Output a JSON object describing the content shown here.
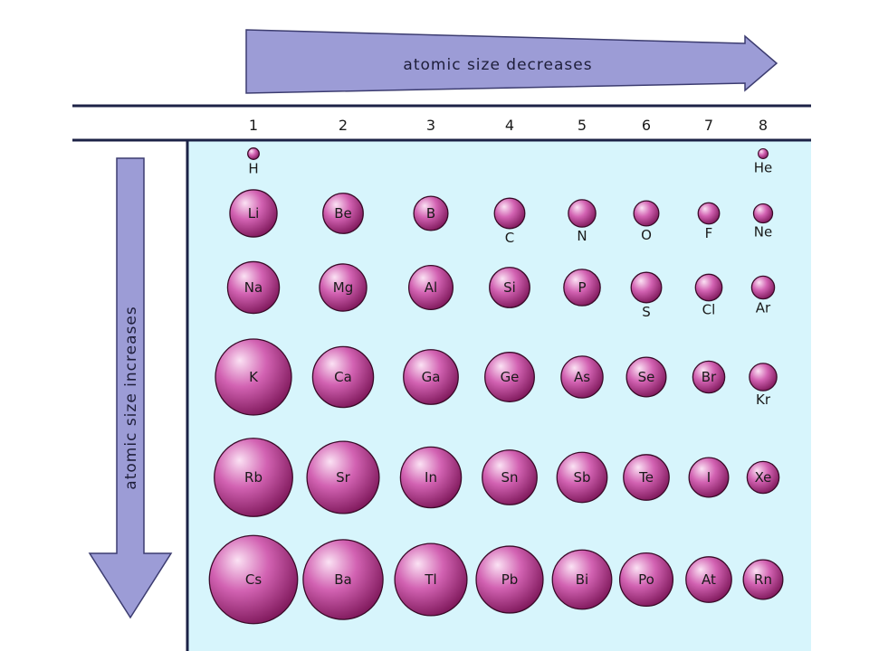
{
  "colors": {
    "arrow_fill": "#9c9cd6",
    "arrow_stroke": "#3c3c70",
    "panel_fill": "#d7f5fc",
    "rule": "#1c2246",
    "atom_light": "#fbe2f4",
    "atom_mid": "#d262b2",
    "atom_dark": "#7a1456"
  },
  "arrows": {
    "horizontal_label": "atomic size decreases",
    "vertical_label": "atomic size increases"
  },
  "groups": [
    "1",
    "2",
    "3",
    "4",
    "5",
    "6",
    "7",
    "8"
  ],
  "elements": [
    {
      "symbol": "H",
      "group": 1,
      "period": 1,
      "relative_size": 0.15
    },
    {
      "symbol": "He",
      "group": 8,
      "period": 1,
      "relative_size": 0.13
    },
    {
      "symbol": "Li",
      "group": 1,
      "period": 2,
      "relative_size": 0.62
    },
    {
      "symbol": "Be",
      "group": 2,
      "period": 2,
      "relative_size": 0.53
    },
    {
      "symbol": "B",
      "group": 3,
      "period": 2,
      "relative_size": 0.45
    },
    {
      "symbol": "C",
      "group": 4,
      "period": 2,
      "relative_size": 0.4
    },
    {
      "symbol": "N",
      "group": 5,
      "period": 2,
      "relative_size": 0.36
    },
    {
      "symbol": "O",
      "group": 6,
      "period": 2,
      "relative_size": 0.33
    },
    {
      "symbol": "F",
      "group": 7,
      "period": 2,
      "relative_size": 0.28
    },
    {
      "symbol": "Ne",
      "group": 8,
      "period": 2,
      "relative_size": 0.25
    },
    {
      "symbol": "Na",
      "group": 1,
      "period": 3,
      "relative_size": 0.68
    },
    {
      "symbol": "Mg",
      "group": 2,
      "period": 3,
      "relative_size": 0.62
    },
    {
      "symbol": "Al",
      "group": 3,
      "period": 3,
      "relative_size": 0.58
    },
    {
      "symbol": "Si",
      "group": 4,
      "period": 3,
      "relative_size": 0.53
    },
    {
      "symbol": "P",
      "group": 5,
      "period": 3,
      "relative_size": 0.48
    },
    {
      "symbol": "S",
      "group": 6,
      "period": 3,
      "relative_size": 0.4
    },
    {
      "symbol": "Cl",
      "group": 7,
      "period": 3,
      "relative_size": 0.35
    },
    {
      "symbol": "Ar",
      "group": 8,
      "period": 3,
      "relative_size": 0.3
    },
    {
      "symbol": "K",
      "group": 1,
      "period": 4,
      "relative_size": 1.0
    },
    {
      "symbol": "Ca",
      "group": 2,
      "period": 4,
      "relative_size": 0.8
    },
    {
      "symbol": "Ga",
      "group": 3,
      "period": 4,
      "relative_size": 0.72
    },
    {
      "symbol": "Ge",
      "group": 4,
      "period": 4,
      "relative_size": 0.65
    },
    {
      "symbol": "As",
      "group": 5,
      "period": 4,
      "relative_size": 0.55
    },
    {
      "symbol": "Se",
      "group": 6,
      "period": 4,
      "relative_size": 0.52
    },
    {
      "symbol": "Br",
      "group": 7,
      "period": 4,
      "relative_size": 0.42
    },
    {
      "symbol": "Kr",
      "group": 8,
      "period": 4,
      "relative_size": 0.36
    },
    {
      "symbol": "Rb",
      "group": 1,
      "period": 5,
      "relative_size": 1.03
    },
    {
      "symbol": "Sr",
      "group": 2,
      "period": 5,
      "relative_size": 0.95
    },
    {
      "symbol": "In",
      "group": 3,
      "period": 5,
      "relative_size": 0.8
    },
    {
      "symbol": "Sn",
      "group": 4,
      "period": 5,
      "relative_size": 0.72
    },
    {
      "symbol": "Sb",
      "group": 5,
      "period": 5,
      "relative_size": 0.66
    },
    {
      "symbol": "Te",
      "group": 6,
      "period": 5,
      "relative_size": 0.6
    },
    {
      "symbol": "I",
      "group": 7,
      "period": 5,
      "relative_size": 0.52
    },
    {
      "symbol": "Xe",
      "group": 8,
      "period": 5,
      "relative_size": 0.42
    },
    {
      "symbol": "Cs",
      "group": 1,
      "period": 6,
      "relative_size": 1.16
    },
    {
      "symbol": "Ba",
      "group": 2,
      "period": 6,
      "relative_size": 1.05
    },
    {
      "symbol": "Tl",
      "group": 3,
      "period": 6,
      "relative_size": 0.95
    },
    {
      "symbol": "Pb",
      "group": 4,
      "period": 6,
      "relative_size": 0.88
    },
    {
      "symbol": "Bi",
      "group": 5,
      "period": 6,
      "relative_size": 0.78
    },
    {
      "symbol": "Po",
      "group": 6,
      "period": 6,
      "relative_size": 0.7
    },
    {
      "symbol": "At",
      "group": 7,
      "period": 6,
      "relative_size": 0.6
    },
    {
      "symbol": "Rn",
      "group": 8,
      "period": 6,
      "relative_size": 0.52
    }
  ]
}
